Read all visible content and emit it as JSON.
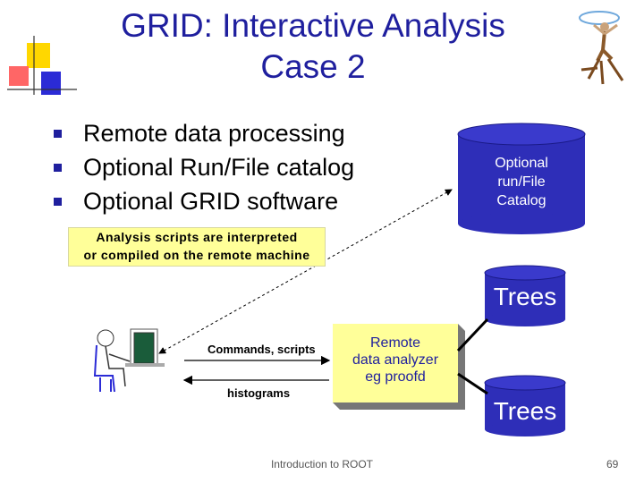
{
  "title": {
    "line1": "GRID: Interactive Analysis",
    "line2": "Case 2"
  },
  "bullets": [
    {
      "text": "Remote data processing"
    },
    {
      "text": "Optional Run/File catalog"
    },
    {
      "text": "Optional GRID software"
    }
  ],
  "note": {
    "line1": "Analysis scripts are interpreted",
    "line2": "or compiled on the remote machine"
  },
  "catalog": {
    "line1": "Optional",
    "line2": "run/File",
    "line3": "Catalog"
  },
  "trees_top": {
    "label": "Trees"
  },
  "trees_bottom": {
    "label": "Trees"
  },
  "analyzer": {
    "line1": "Remote",
    "line2": "data analyzer",
    "line3": "eg proofd"
  },
  "arrows": {
    "commands": "Commands, scripts",
    "histograms": "histograms"
  },
  "footer": {
    "text": "Introduction to ROOT",
    "page": "69"
  },
  "colors": {
    "title": "#1f1f9e",
    "cylinder": "#2e2eb8",
    "note_bg": "#ffff99",
    "analyzer_bg": "#ffff99"
  }
}
